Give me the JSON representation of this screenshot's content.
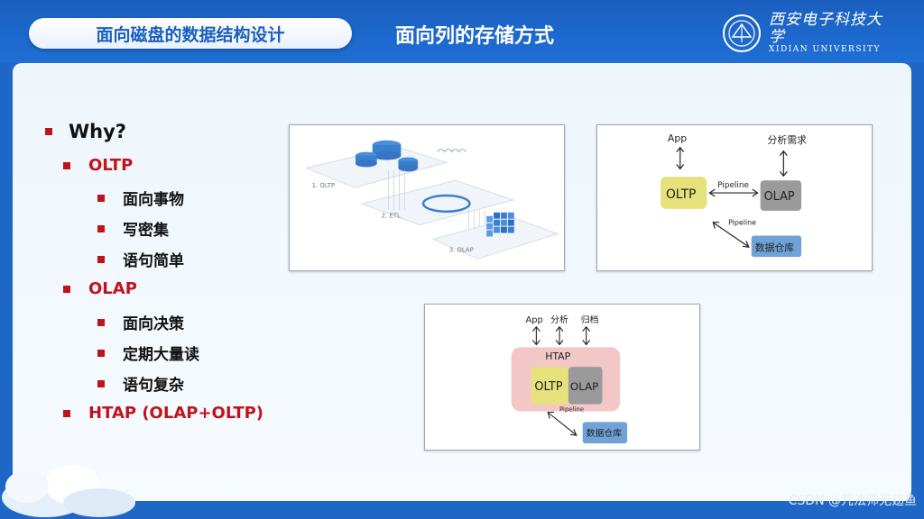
{
  "header": {
    "section_label": "面向磁盘的数据结构设计",
    "title": "面向列的存储方式",
    "logo_cn": "西安电子科技大学",
    "logo_en": "XIDIAN UNIVERSITY"
  },
  "bullets": [
    {
      "level": 1,
      "text": "Why?"
    },
    {
      "level": 2,
      "text": "OLTP"
    },
    {
      "level": 3,
      "text": "面向事物"
    },
    {
      "level": 3,
      "text": "写密集"
    },
    {
      "level": 3,
      "text": "语句简单"
    },
    {
      "level": 2,
      "text": "OLAP"
    },
    {
      "level": 3,
      "text": "面向决策"
    },
    {
      "level": 3,
      "text": "定期大量读"
    },
    {
      "level": 3,
      "text": "语句复杂"
    },
    {
      "level": 2,
      "text": "HTAP (OLAP+OLTP)"
    }
  ],
  "diagram1": {
    "label_oltp": "1. OLTP",
    "label_etl": "2. ETL",
    "label_olap": "3. OLAP"
  },
  "diagram2": {
    "app": "App",
    "analysis": "分析需求",
    "oltp": "OLTP",
    "olap": "OLAP",
    "pipeline_top": "Pipeline",
    "pipeline_bottom": "Pipeline",
    "warehouse": "数据仓库"
  },
  "diagram3": {
    "app": "App",
    "analysis": "分析",
    "archive": "归档",
    "htap": "HTAP",
    "oltp": "OLTP",
    "olap": "OLAP",
    "pipeline": "Pipeline",
    "warehouse": "数据仓库"
  },
  "watermark": "CSDN @咒法师无翅鱼",
  "colors": {
    "header_blue": "#1f67c6",
    "bullet_red": "#c0141d",
    "oltp_yellow": "#e6e17a",
    "olap_gray": "#9a9a9a",
    "warehouse_blue": "#6fa3d8",
    "htap_pink": "#f4c7c7"
  }
}
